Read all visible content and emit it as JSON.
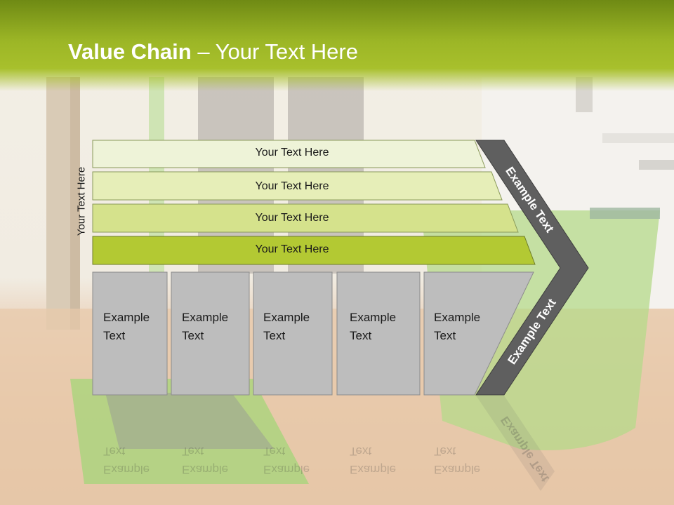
{
  "title": {
    "bold": "Value Chain",
    "rest": " – Your Text Here"
  },
  "side_label": "Your Text Here",
  "bars": [
    "Your Text Here",
    "Your Text Here",
    "Your Text Here",
    "Your Text Here"
  ],
  "boxes": [
    {
      "line1": "Example",
      "line2": "Text"
    },
    {
      "line1": "Example",
      "line2": "Text"
    },
    {
      "line1": "Example",
      "line2": "Text"
    },
    {
      "line1": "Example",
      "line2": "Text"
    },
    {
      "line1": "Example",
      "line2": "Text"
    }
  ],
  "chevron": {
    "upper": "Example Text",
    "lower": "Example Text"
  },
  "colors": {
    "header": "#a4bc28",
    "bar1": "#eef3d8",
    "bar2": "#e6eeb8",
    "bar3": "#d5e28c",
    "bar4": "#b3c933",
    "box": "#bdbdbd",
    "chevron": "#5f5f5f"
  }
}
